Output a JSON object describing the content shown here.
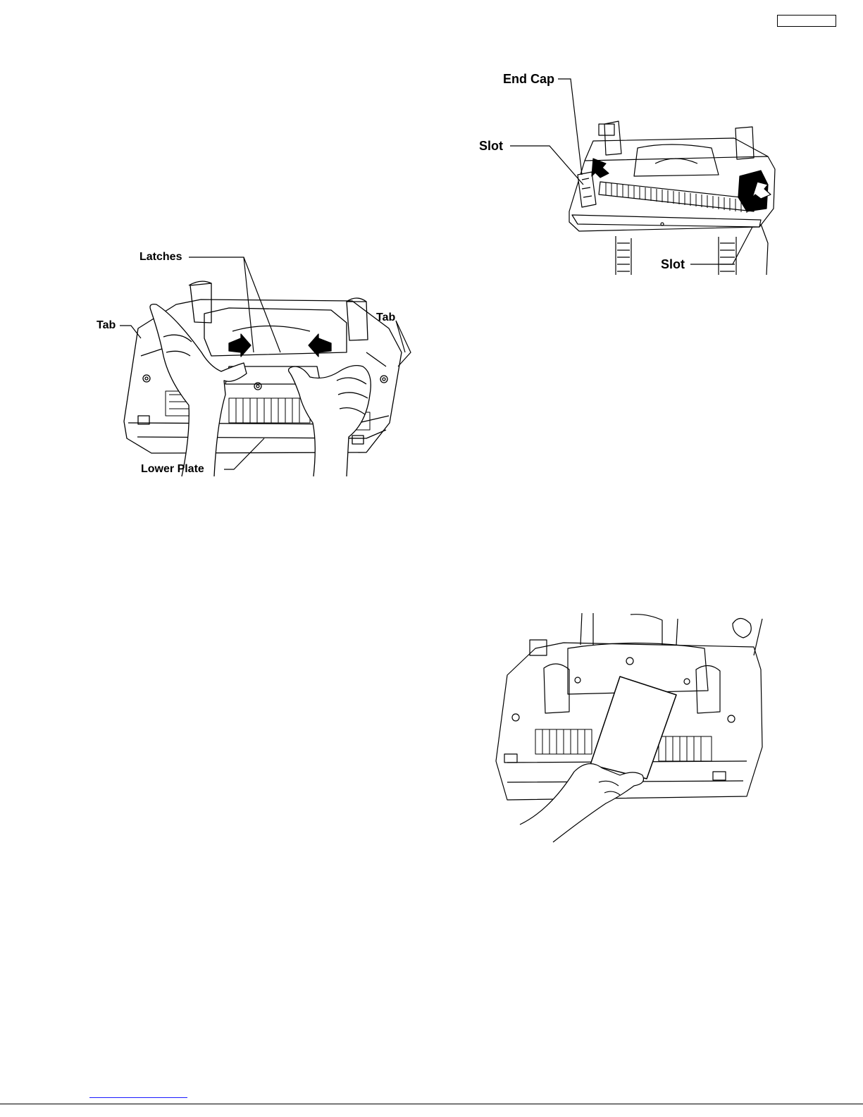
{
  "labels": {
    "latches": "Latches",
    "tab_left": "Tab",
    "tab_right": "Tab",
    "lower_plate": "Lower Plate",
    "end_cap": "End Cap",
    "slot_top": "Slot",
    "slot_bottom": "Slot"
  },
  "icons": {
    "fig1": "vacuum-base-hands-latches-illustration",
    "fig2": "brush-roll-end-cap-illustration",
    "fig3": "hand-holding-card-illustration"
  }
}
